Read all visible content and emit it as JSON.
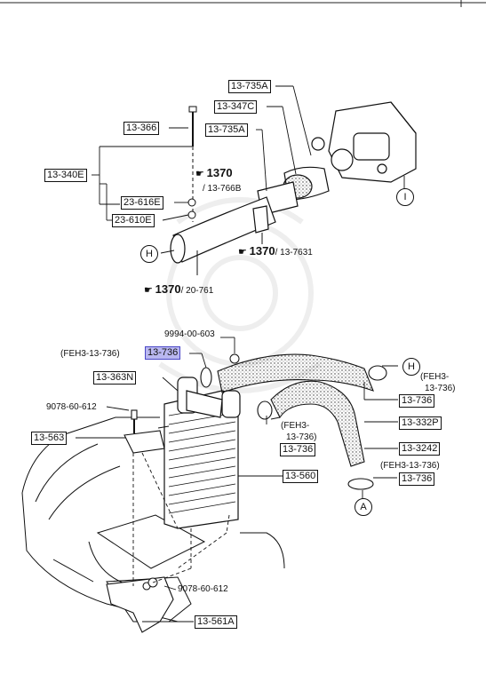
{
  "parts": {
    "p13_735A_top": "13-735A",
    "p13_347C": "13-347C",
    "p13_735A_mid": "13-735A",
    "p13_366": "13-366",
    "p13_340E": "13-340E",
    "p23_616E": "23-616E",
    "p23_610E": "23-610E",
    "p13_736_hl": "13-736",
    "p13_363N": "13-363N",
    "p13_563": "13-563",
    "p13_736_r1": "13-736",
    "p13_332P": "13-332P",
    "p13_3242": "13-3242",
    "p13_736_mid": "13-736",
    "p13_560": "13-560",
    "p13_736_r2": "13-736",
    "p13_561A": "13-561A"
  },
  "plain": {
    "n9994": "9994-00-603",
    "n9078_top": "9078-60-612",
    "n9078_bot": "9078-60-612",
    "feh_left": "(FEH3-13-736)",
    "feh_right_a": "(FEH3-",
    "feh_right_b": "13-736)",
    "feh_mid_a": "(FEH3-",
    "feh_mid_b": "13-736)",
    "feh_low": "(FEH3-13-736)"
  },
  "refs": {
    "r1_num": "1370",
    "r1_sub": "/ 13-766B",
    "r2_num": "1370",
    "r2_sub": "/ 13-7631",
    "r3_num": "1370",
    "r3_sub": "/ 20-761"
  },
  "circles": {
    "I": "I",
    "H_top": "H",
    "H_right": "H",
    "A": "A"
  }
}
